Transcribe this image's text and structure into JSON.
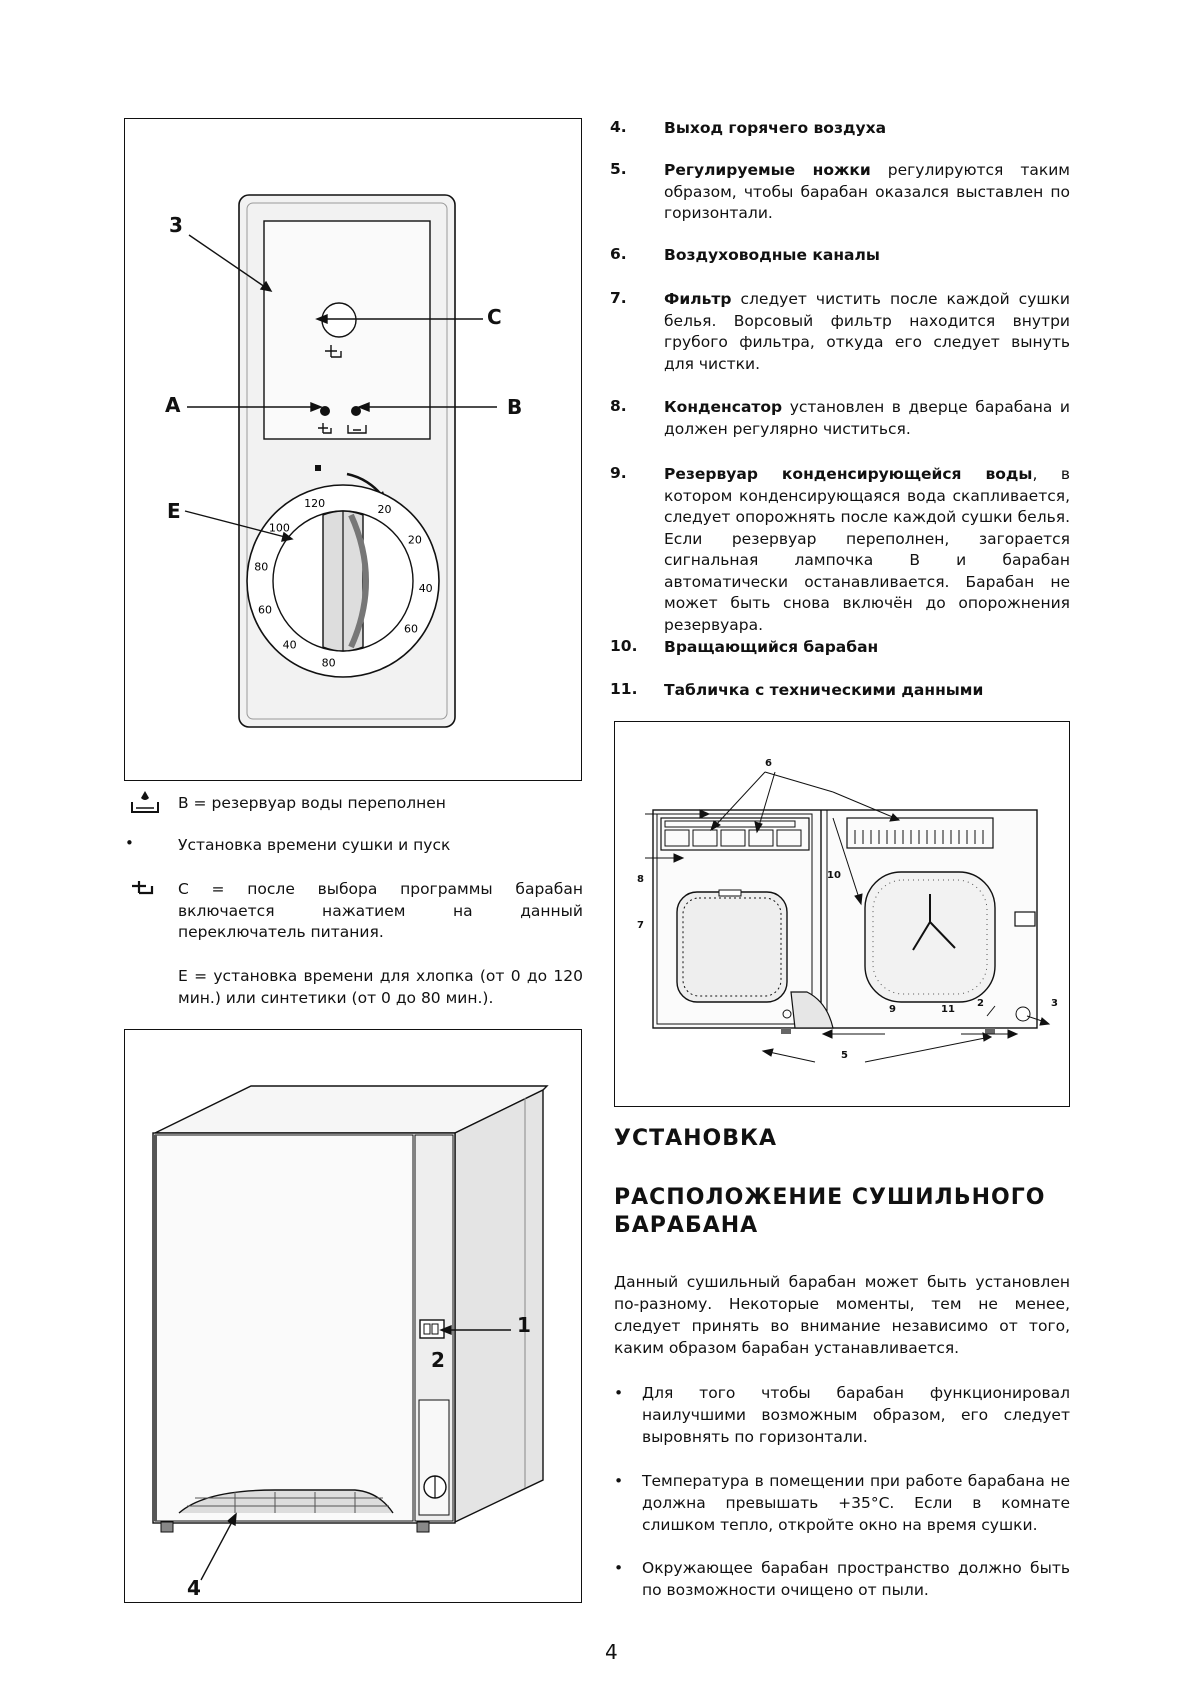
{
  "items": [
    {
      "num": "4.",
      "title": "Выход горячего воздуха",
      "text": ""
    },
    {
      "num": "5.",
      "title": "Регулируемые ножки",
      "text": " регулируются таким образом, чтобы барабан оказался выставлен по горизонтали."
    },
    {
      "num": "6.",
      "title": "Воздуховодные каналы",
      "text": ""
    },
    {
      "num": "7.",
      "title": "Фильтр",
      "text": " следует чистить после каждой сушки белья. Ворсовый фильтр находится внутри грубого фильтра, откуда его следует вынуть для чистки."
    },
    {
      "num": "8.",
      "title": "Конденсатор",
      "text": " установлен в дверце барабана и должен регулярно чиститься."
    },
    {
      "num": "9.",
      "title": "Резервуар конденсирующейся воды",
      "text": ", в котором конденсирующаяся вода скапливается, следует опорожнять после каждой сушки белья. Если резервуар переполнен, загорается сигнальная лампочка B и барабан автоматически останавливается. Барабан не может быть снова включён до опорожнения резервуара."
    },
    {
      "num": "10.",
      "title": "Вращающийся барабан",
      "text": ""
    },
    {
      "num": "11.",
      "title": "Табличка с техническими данными",
      "text": ""
    }
  ],
  "panel_labels": {
    "n3": "3",
    "c": "C",
    "a": "A",
    "b": "B",
    "e": "E"
  },
  "dial_labels": [
    "120",
    "100",
    "80",
    "60",
    "40",
    "20",
    "20",
    "40",
    "60",
    "80"
  ],
  "legend": {
    "b_text": "B = резервуар воды переполнен",
    "bullet_text": "Установка времени сушки и пуск",
    "c_text": "C = после выбора программы барабан включается нажатием на данный переключатель питания.",
    "e_text": "E = установка времени для хлопка (от 0 до 120 мин.) или синтетики (от 0 до 80 мин.)."
  },
  "machine_labels": {
    "n1": "1",
    "n2": "2",
    "n4": "4"
  },
  "interior_labels": {
    "n2": "2",
    "n3": "3",
    "n5": "5",
    "n6": "6",
    "n7": "7",
    "n8": "8",
    "n9": "9",
    "n10": "10",
    "n11": "11"
  },
  "install": {
    "heading": "УСТАНОВКА",
    "subheading_line1": "РАСПОЛОЖЕНИЕ СУШИЛЬНОГО",
    "subheading_line2": "БАРАБАНА",
    "intro": "Данный сушильный барабан может быть установлен по-разному. Некоторые моменты, тем не менее, следует принять во внимание независимо от того, каким образом барабан устанавливается.",
    "bullets": [
      "Для того чтобы барабан функционировал наилучшими возможным образом, его следует выровнять по горизонтали.",
      "Температура в помещении при работе барабана не должна превышать +35°С. Если в комнате слишком тепло, откройте окно на время сушки.",
      "Окружающее барабан пространство должно быть по возможности очищено от пыли."
    ]
  },
  "page_number": "4"
}
